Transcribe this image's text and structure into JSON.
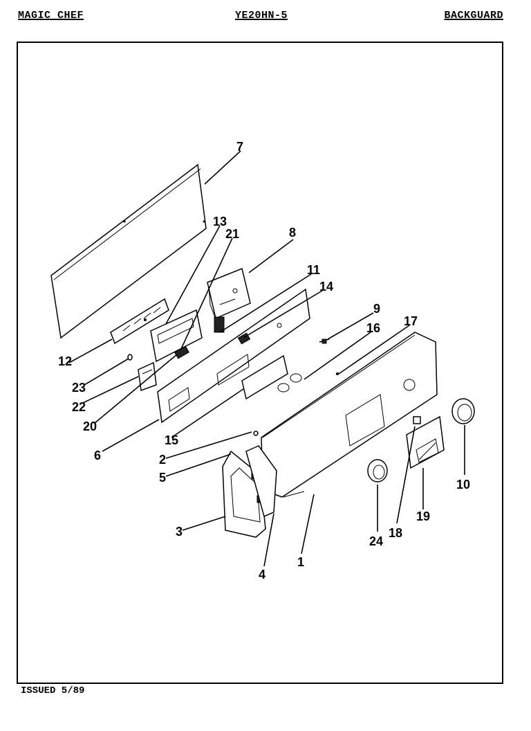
{
  "header": {
    "brand": "MAGIC CHEF",
    "model": "YE20HN-5",
    "section": "BACKGUARD"
  },
  "footer": {
    "issued": "ISSUED 5/89"
  },
  "callouts": {
    "c1": "1",
    "c2": "2",
    "c3": "3",
    "c4": "4",
    "c5": "5",
    "c6": "6",
    "c7": "7",
    "c8": "8",
    "c9": "9",
    "c10": "10",
    "c11": "11",
    "c12": "12",
    "c13": "13",
    "c14": "14",
    "c15": "15",
    "c16": "16",
    "c17": "17",
    "c18": "18",
    "c19": "19",
    "c20": "20",
    "c21": "21",
    "c22": "22",
    "c23": "23",
    "c24": "24"
  }
}
